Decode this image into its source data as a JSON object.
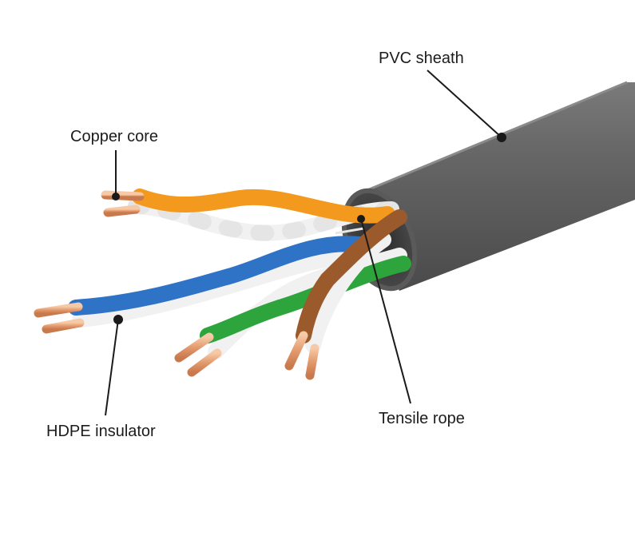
{
  "labels": {
    "pvc_sheath": "PVC sheath",
    "copper_core": "Copper core",
    "hdpe_insulator": "HDPE insulator",
    "tensile_rope": "Tensile rope"
  },
  "colors": {
    "sheath": "#5e5e5e",
    "copper": "#e8a57a",
    "orange": "#f39a1e",
    "blue": "#2f73c6",
    "green": "#2ea43c",
    "brown": "#9a5a2c",
    "white_wire": "#f1f1f1",
    "leader_line": "#1a1a1a"
  }
}
